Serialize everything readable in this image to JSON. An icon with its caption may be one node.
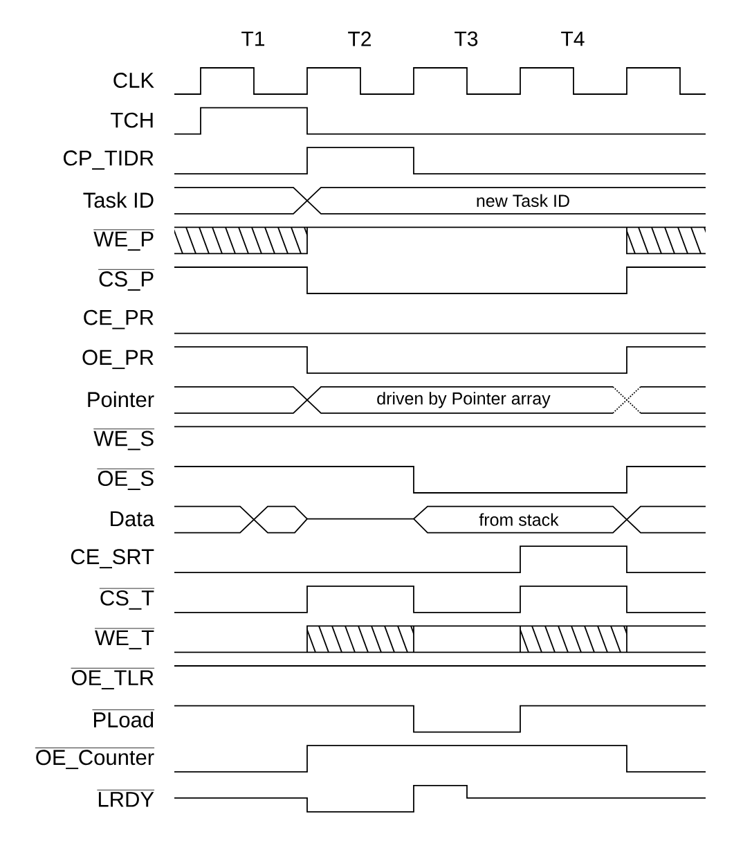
{
  "diagram": {
    "labels": [
      "T1",
      "T2",
      "T3",
      "T4",
      "CLK",
      "TCH",
      "CP_TIDR",
      "Task ID",
      "new Task ID",
      "WE_P",
      "CS_P",
      "CE_PR",
      "OE_PR",
      "Pointer",
      "driven by Pointer array",
      "WE_S",
      "OE_S",
      "Data",
      "from stack",
      "CE_SRT",
      "CS_T",
      "WE_T",
      "OE_TLR",
      "PLoad",
      "OE_Counter",
      "LRDY"
    ]
  }
}
